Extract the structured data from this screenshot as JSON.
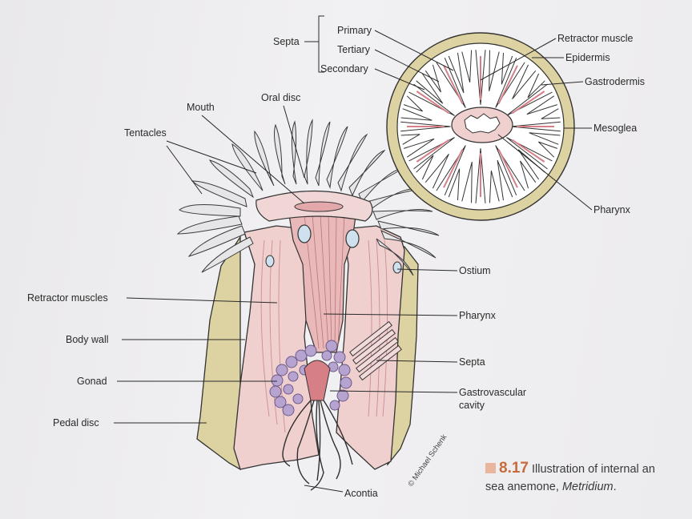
{
  "labels": {
    "septa": "Septa",
    "primary": "Primary",
    "tertiary": "Tertiary",
    "secondary": "Secondary",
    "retractor_muscle": "Retractor muscle",
    "epidermis": "Epidermis",
    "gastrodermis": "Gastrodermis",
    "mesoglea": "Mesoglea",
    "pharynx_top": "Pharynx",
    "oral_disc": "Oral disc",
    "mouth": "Mouth",
    "tentacles": "Tentacles",
    "ostium": "Ostium",
    "retractor_muscles": "Retractor muscles",
    "pharynx": "Pharynx",
    "body_wall": "Body wall",
    "septa_lower": "Septa",
    "gonad": "Gonad",
    "gastrovascular_1": "Gastrovascular",
    "gastrovascular_2": "cavity",
    "pedal_disc": "Pedal disc",
    "acontia": "Acontia"
  },
  "credit": "© Michael Schenk",
  "caption": {
    "number": "8.17",
    "line1": "Illustration of internal an",
    "line2_prefix": "sea anemone, ",
    "line2_italic": "Metridium",
    "line2_suffix": "."
  },
  "colors": {
    "body_wall": "#ddd3a2",
    "tissue_pink": "#f0cfcf",
    "muscle_pink": "#e3a9aa",
    "gonad_purple": "#b6a3d0",
    "caption_accent": "#c76a3c"
  }
}
